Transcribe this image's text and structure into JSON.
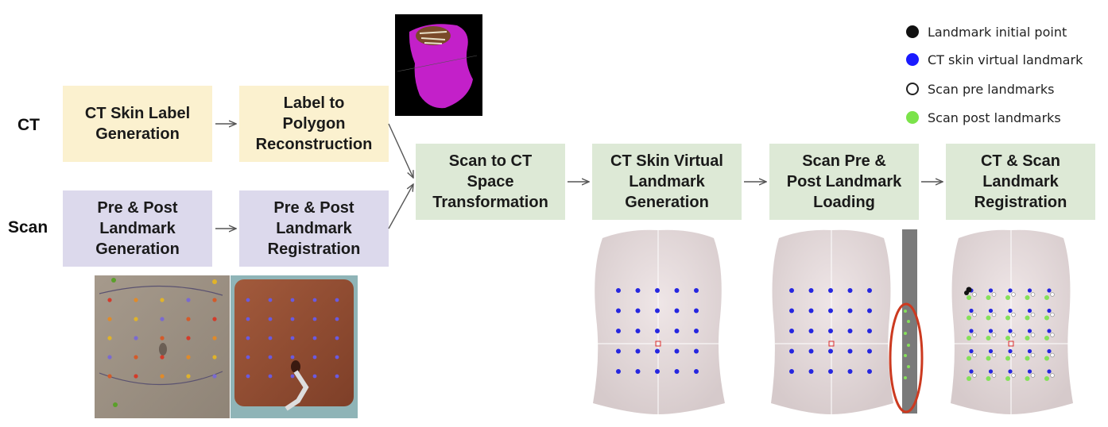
{
  "rows": {
    "ct": "CT",
    "scan": "Scan"
  },
  "boxes": {
    "ct_skin_label": "CT Skin Label\nGeneration",
    "label_to_polygon": "Label to\nPolygon\nReconstruction",
    "pre_post_generation": "Pre & Post\nLandmark\nGeneration",
    "pre_post_registration": "Pre & Post\nLandmark\nRegistration",
    "scan_to_ct": "Scan to CT\nSpace\nTransformation",
    "ct_virtual": "CT Skin Virtual\nLandmark\nGeneration",
    "scan_loading": "Scan Pre &\nPost Landmark\nLoading",
    "ct_scan_registration": "CT & Scan\nLandmark\nRegistration"
  },
  "legend": [
    {
      "label": "Landmark initial point",
      "fill": "#111111",
      "stroke": "#111111"
    },
    {
      "label": "CT skin virtual landmark",
      "fill": "#1a1aff",
      "stroke": "#1a1aff"
    },
    {
      "label": "Scan pre landmarks",
      "fill": "#ffffff",
      "stroke": "#222222"
    },
    {
      "label": "Scan post landmarks",
      "fill": "#7be34a",
      "stroke": "#7be34a"
    }
  ],
  "colors": {
    "ct_box": "#fbf1cf",
    "scan_box": "#dcd9ec",
    "pipeline_box": "#dde9d6",
    "arrow": "#555555",
    "skin": "#e6dcdd",
    "landmark_blue": "#2626e0",
    "landmark_green": "#86e05a",
    "highlight_ellipse": "#cc3a20",
    "render_magenta": "#c320c9"
  },
  "images": [
    "ct-3d-render",
    "patient-abdomen-photo-pre",
    "patient-abdomen-photo-post",
    "torso-ct-virtual-landmarks",
    "torso-scan-pre-post-loading",
    "torso-ct-scan-registration"
  ]
}
